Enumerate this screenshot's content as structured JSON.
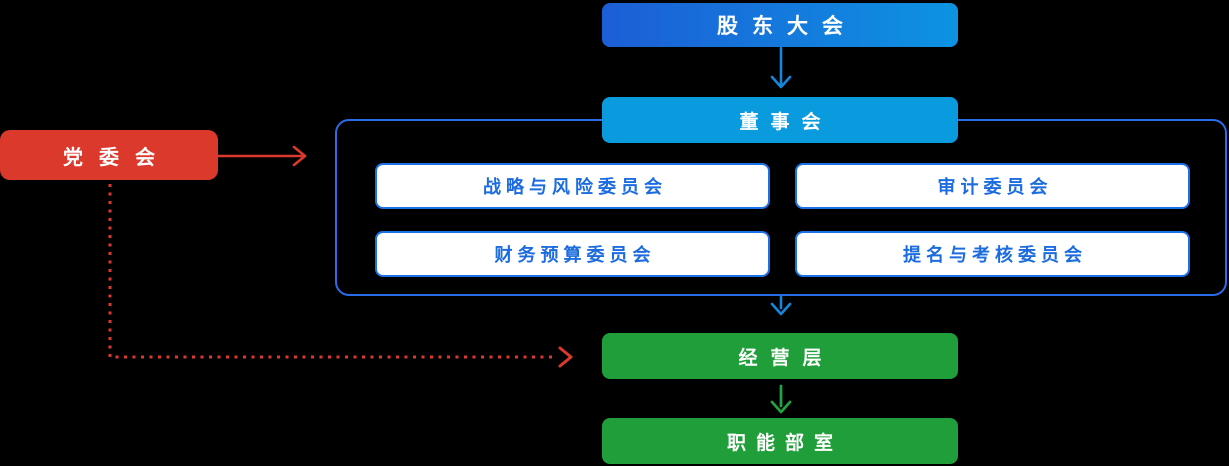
{
  "diagram": {
    "kind": "corporate-governance-org-chart",
    "nodes": {
      "shareholders_meeting": {
        "label": "股东大会",
        "shape": "rounded-rect",
        "fill": "blue-gradient"
      },
      "board_of_directors": {
        "label": "董事会",
        "shape": "rounded-rect",
        "fill": "light-blue"
      },
      "committee_strategy_risk": {
        "label": "战略与风险委员会",
        "shape": "rounded-rect",
        "fill": "white-blue-outline"
      },
      "committee_audit": {
        "label": "审计委员会",
        "shape": "rounded-rect",
        "fill": "white-blue-outline"
      },
      "committee_budget": {
        "label": "财务预算委员会",
        "shape": "rounded-rect",
        "fill": "white-blue-outline"
      },
      "committee_nomination_assessment": {
        "label": "提名与考核委员会",
        "shape": "rounded-rect",
        "fill": "white-blue-outline"
      },
      "party_committee": {
        "label": "党委会",
        "shape": "rounded-rect",
        "fill": "red"
      },
      "management": {
        "label": "经营层",
        "shape": "rounded-rect",
        "fill": "green"
      },
      "functional_departments": {
        "label": "职能部室",
        "shape": "rounded-rect",
        "fill": "green"
      }
    },
    "groups": [
      {
        "name": "board_group",
        "members": [
          "board_of_directors",
          "committee_strategy_risk",
          "committee_audit",
          "committee_budget",
          "committee_nomination_assessment"
        ],
        "border": "blue-rounded-outline"
      }
    ],
    "edges": [
      {
        "from": "shareholders_meeting",
        "to": "board_of_directors",
        "style": "solid",
        "color_role": "blue",
        "arrow": "down"
      },
      {
        "from": "board_group",
        "to": "management",
        "style": "solid",
        "color_role": "blue",
        "arrow": "down"
      },
      {
        "from": "management",
        "to": "functional_departments",
        "style": "solid",
        "color_role": "green",
        "arrow": "down"
      },
      {
        "from": "party_committee",
        "to": "board_group",
        "style": "solid",
        "color_role": "red",
        "arrow": "right"
      },
      {
        "from": "party_committee",
        "to": "management",
        "style": "dotted",
        "color_role": "red",
        "arrow": "right"
      }
    ]
  },
  "colors": {
    "background": "#000000",
    "gradient_start": "#1C5ED6",
    "gradient_end": "#0D93E2",
    "board_blue": "#0A9BDE",
    "container_border": "#2A6BE9",
    "committee_border": "#1D71E8",
    "committee_text": "#1C6CDF",
    "green": "#1F9E3A",
    "red": "#DB392C",
    "arrow_blue": "#1487DC",
    "arrow_green": "#23A23E",
    "arrow_red": "#DB392C"
  }
}
